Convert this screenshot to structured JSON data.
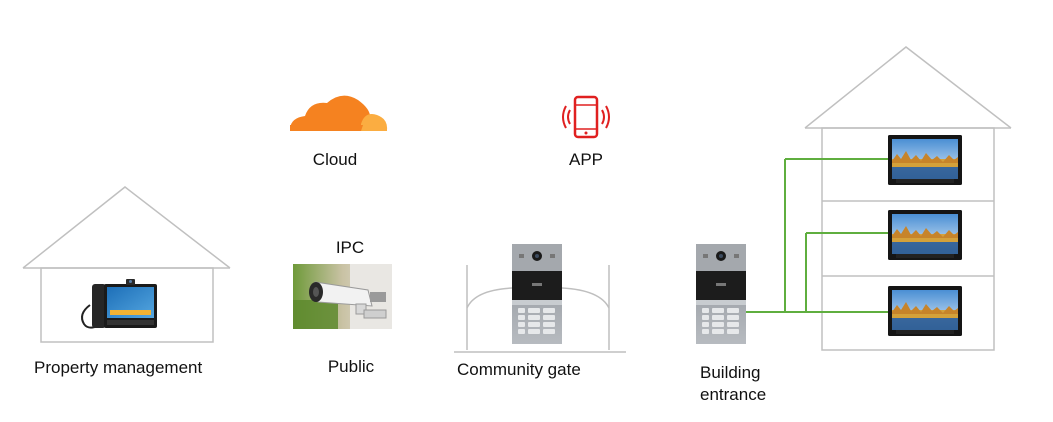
{
  "labels": {
    "cloud": "Cloud",
    "app": "APP",
    "ipc": "IPC",
    "property_management": "Property management",
    "public": "Public",
    "community_gate": "Community gate",
    "building_entrance_line1": "Building",
    "building_entrance_line2": "entrance"
  },
  "icons": {
    "cloud": "cloud-icon",
    "app": "smartphone-icon",
    "desk_phone": "video-desk-phone-icon",
    "ipc_camera": "security-camera-icon",
    "door_station": "door-station-icon",
    "indoor_monitor": "indoor-monitor-icon"
  },
  "colors": {
    "cloud_orange": "#f58220",
    "cloud_light": "#fbad41",
    "app_red": "#e02020",
    "wire_green": "#5fae3f",
    "house_outline": "#c0c0c0",
    "text": "#111111"
  }
}
